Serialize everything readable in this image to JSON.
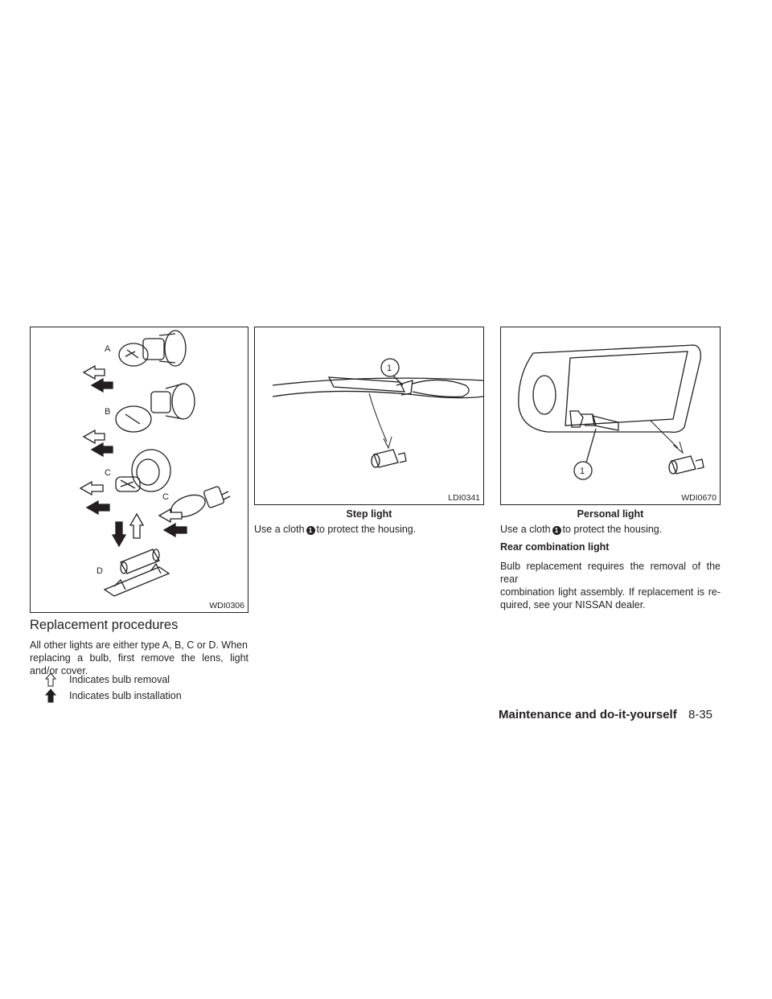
{
  "figures": {
    "replacement": {
      "code": "WDI0306",
      "labels": [
        "A",
        "B",
        "C",
        "C",
        "D"
      ]
    },
    "step_light": {
      "code": "LDI0341",
      "caption": "Step light",
      "callout": "1"
    },
    "personal_light": {
      "code": "WDI0670",
      "caption": "Personal light",
      "callout": "1"
    }
  },
  "left_column": {
    "heading": "Replacement procedures",
    "para_lines": [
      "All other lights are either type A, B, C or D. When",
      "replacing a bulb, first remove the lens, light",
      "and/or cover."
    ],
    "legend": [
      {
        "icon": "outline-arrow-icon",
        "text": "Indicates bulb removal"
      },
      {
        "icon": "solid-arrow-icon",
        "text": "Indicates bulb installation"
      }
    ]
  },
  "middle_column": {
    "text_before": "Use a cloth",
    "callout": "1",
    "text_after": "to protect the housing."
  },
  "right_column": {
    "text_before": "Use a cloth",
    "callout": "1",
    "text_after": "to protect the housing.",
    "subheading": "Rear combination light",
    "para_lines": [
      "Bulb replacement requires the removal of the rear",
      "combination light assembly. If replacement is re-",
      "quired, see your NISSAN dealer."
    ]
  },
  "footer": {
    "section": "Maintenance and do-it-yourself",
    "page": "8-35"
  }
}
